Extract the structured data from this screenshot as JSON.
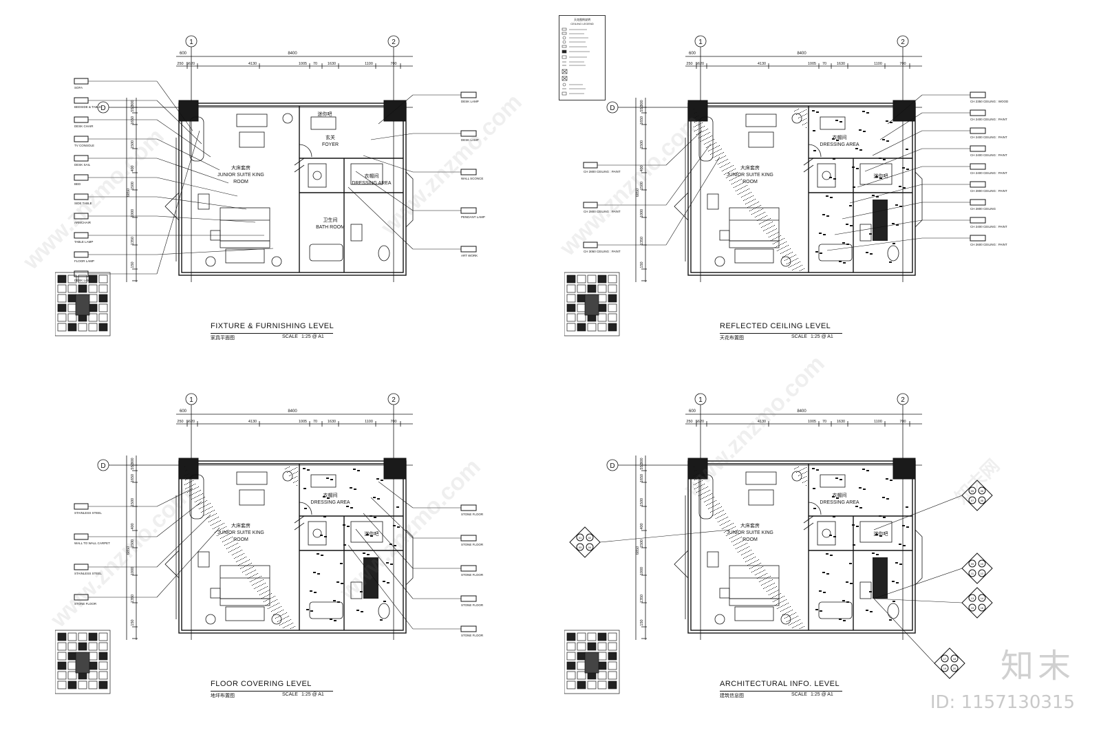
{
  "panels": [
    {
      "id": "fixture",
      "title": "FIXTURE & FURNISHING LEVEL",
      "subtitle": "家具平面图",
      "scale_label": "SCALE",
      "scale_value": "1:25 @ A1",
      "grid_left": "1",
      "grid_right": "2",
      "grid_row": "D",
      "dim_total": "8400",
      "dim_segments": [
        "250",
        "5620",
        "4130",
        "1005",
        "70",
        "1630",
        "1100",
        "700"
      ],
      "dim_top": "600",
      "dim_vertical": [
        "300",
        "550",
        "1650",
        "1500",
        "400",
        "1500",
        "1000",
        "1350",
        "150",
        "6850"
      ],
      "room_labels": [
        "大床套房",
        "JUNIOR SUITE KING",
        "ROOM",
        "玄关",
        "FOYER",
        "衣帽间",
        "DRESSING AREA",
        "卫生间",
        "BATH ROOM",
        "迷你吧"
      ],
      "callouts_left": [
        "SOFA",
        "BEDSIDE & TABLE",
        "DESK CHAIR",
        "TV CONSOLE",
        "DESK SAIL",
        "BED",
        "SIDE TABLE",
        "ARMCHAIR",
        "TABLE LAMP",
        "FLOOR LAMP",
        "DESK LAMP"
      ],
      "callouts_right": [
        "DESK LAMP",
        "DESK LAMP",
        "WALL SCONCE",
        "PENDANT LAMP",
        "ART WORK"
      ]
    },
    {
      "id": "ceiling",
      "title": "REFLECTED  CEILING  LEVEL",
      "subtitle": "天花布置图",
      "scale_label": "SCALE",
      "scale_value": "1:25 @ A1",
      "grid_left": "1",
      "grid_right": "2",
      "grid_row": "D",
      "dim_total": "8400",
      "dim_segments": [
        "250",
        "5620",
        "4130",
        "1005",
        "70",
        "1630",
        "1100",
        "700"
      ],
      "dim_top": "600",
      "dim_vertical": [
        "300",
        "550",
        "1650",
        "1500",
        "400",
        "1500",
        "1000",
        "1350",
        "150",
        "6850"
      ],
      "room_labels": [
        "大床套房",
        "JUNIOR SUITE KING",
        "ROOM",
        "衣帽间",
        "DRESSING AREA",
        "迷你吧"
      ],
      "callouts_left": [
        "CH 2800  CEILING : PAINT",
        "CH 2800  CEILING : PAINT",
        "CH 3050  CEILING : PAINT"
      ],
      "callouts_right": [
        "CH 2350  CEILING : WOOD",
        "CH 2400  CEILING : PAINT",
        "CH 2400  CEILING : PAINT",
        "CH 2400  CEILING : PAINT",
        "CH 2400  CEILING : PAINT",
        "CH 2800  CEILING : PAINT",
        "CH 2800  CEILING",
        "CH 2400  CEILING : PAINT",
        "CH 2600  CEILING : PAINT"
      ]
    },
    {
      "id": "floor",
      "title": "FLOOR  COVERING  LEVEL",
      "subtitle": "地坪布置图",
      "scale_label": "SCALE",
      "scale_value": "1:25 @ A1",
      "grid_left": "1",
      "grid_right": "2",
      "grid_row": "D",
      "dim_total": "8400",
      "dim_segments": [
        "250",
        "5620",
        "4130",
        "1005",
        "70",
        "1630",
        "1100",
        "700"
      ],
      "dim_top": "600",
      "dim_vertical": [
        "300",
        "550",
        "1650",
        "1500",
        "400",
        "1500",
        "1000",
        "1350",
        "150",
        "6850"
      ],
      "room_labels": [
        "大床套房",
        "JUNIOR SUITE KING",
        "ROOM",
        "衣帽间",
        "DRESSING AREA",
        "迷你吧"
      ],
      "callouts_left": [
        "STAINLESS STEEL",
        "WALL TO WALL CARPET",
        "STAINLESS STEEL",
        "STONE FLOOR"
      ],
      "callouts_right": [
        "STONE FLOOR",
        "STONE FLOOR",
        "STONE FLOOR",
        "STONE FLOOR",
        "STONE FLOOR"
      ]
    },
    {
      "id": "arch",
      "title": "ARCHITECTURAL INFO. LEVEL",
      "subtitle": "建筑信息图",
      "scale_label": "SCALE",
      "scale_value": "1:25 @ A1",
      "grid_left": "1",
      "grid_right": "2",
      "grid_row": "D",
      "dim_total": "8400",
      "dim_segments": [
        "250",
        "5620",
        "4130",
        "1005",
        "70",
        "1630",
        "1100",
        "700"
      ],
      "dim_top": "600",
      "dim_vertical": [
        "300",
        "550",
        "1650",
        "1500",
        "400",
        "1500",
        "1000",
        "1350",
        "150",
        "6850"
      ],
      "room_labels": [
        "大床套房",
        "JUNIOR SUITE KING",
        "ROOM",
        "衣帽间",
        "DRESSING AREA",
        "迷你吧"
      ],
      "elevation_tags": [
        "01",
        "02",
        "03",
        "04",
        "05",
        "06",
        "07",
        "08",
        "09",
        "10",
        "11",
        "12",
        "13",
        "14",
        "15",
        "16",
        "17",
        "18",
        "19",
        "20"
      ]
    }
  ],
  "legend": {
    "title_cn": "天花图例说明",
    "title_en": "CEILING LEGEND"
  },
  "watermark": "www.znzmo.com",
  "watermark_cn": "知末网",
  "brand": "知末",
  "brand_id": "ID: 1157130315",
  "colors": {
    "line": "#111111",
    "fill_dark": "#1a1a1a",
    "watermark": "#cccccc"
  }
}
